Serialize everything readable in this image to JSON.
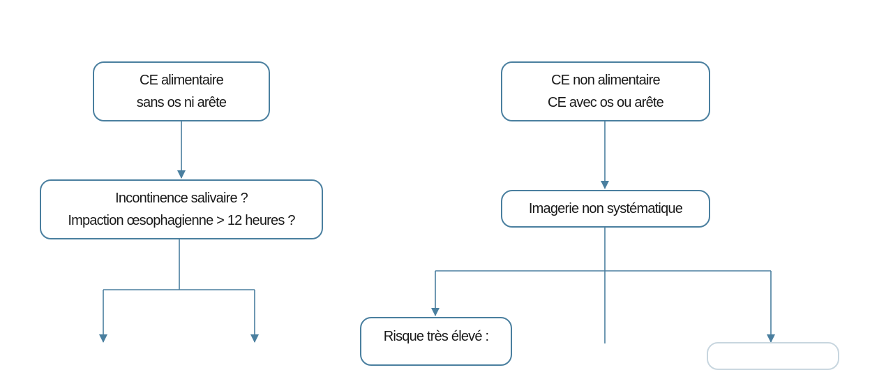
{
  "diagram": {
    "colors": {
      "stroke": "#4a7f9f",
      "text": "#1a1a1a",
      "background": "#ffffff"
    },
    "nodes": {
      "food_no_bone": {
        "line1": "CE alimentaire",
        "line2": "sans os ni arête"
      },
      "salivary_question": {
        "line1": "Incontinence salivaire ?",
        "line2": "Impaction œsophagienne > 12 heures ?"
      },
      "non_food": {
        "line1": "CE non alimentaire",
        "line2": "CE avec os ou arête"
      },
      "imaging": {
        "line1": "Imagerie non systématique"
      },
      "very_high_risk": {
        "line1": "Risque très élevé :"
      }
    }
  }
}
